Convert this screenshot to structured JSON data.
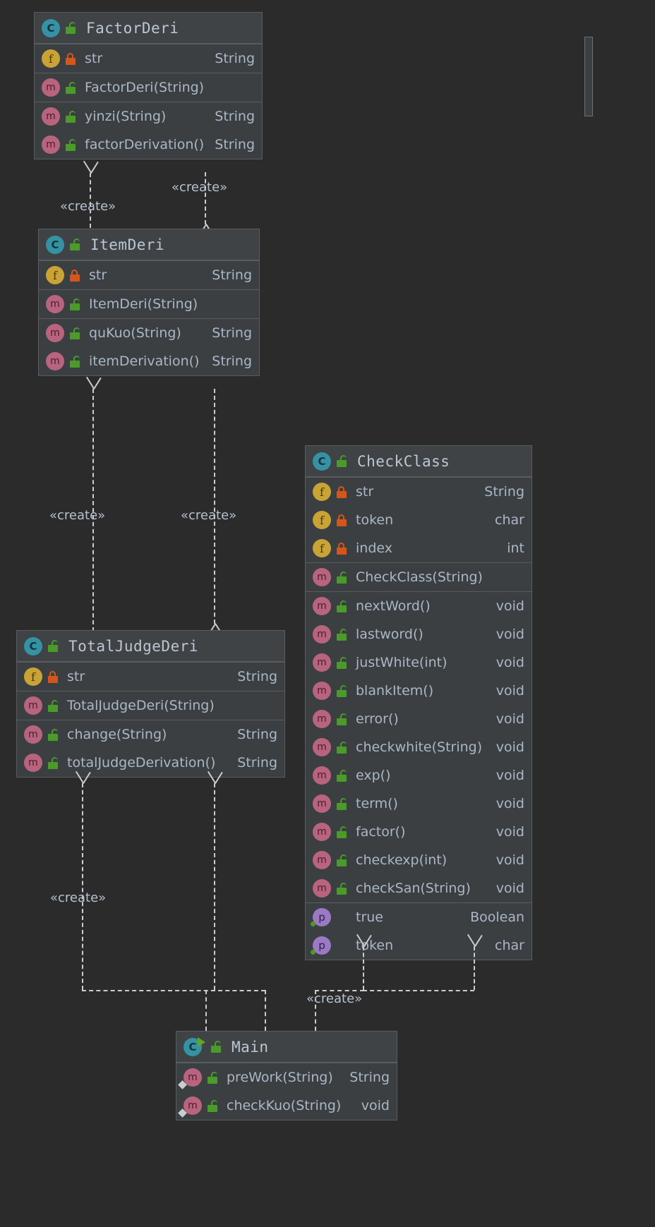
{
  "theme": {
    "canvas_bg": "#2b2b2b",
    "class_bg": "#3c3f41",
    "class_header_bg": "#3f4345",
    "border": "#5a5d5f",
    "text": "#a9b7c6",
    "class_icon": "#3592a4",
    "field_icon": "#c9a335",
    "method_icon": "#b9647f",
    "property_icon": "#9b7ac4",
    "lock_public": "#4a9b2a",
    "lock_private": "#d5561b",
    "connector": "#c8cdd0"
  },
  "diagram": {
    "kind": "uml-class-diagram",
    "stereotype_label": "«create»",
    "classes": [
      {
        "id": "FactorDeri",
        "name": "FactorDeri",
        "icon": "class-icon",
        "visibility": "public",
        "sections": [
          {
            "members": [
              {
                "kind": "field",
                "icon": "field-icon",
                "visibility": "private",
                "name": "str",
                "type": "String"
              }
            ]
          },
          {
            "members": [
              {
                "kind": "method",
                "icon": "method-icon",
                "visibility": "public",
                "name": "FactorDeri(String)",
                "type": ""
              }
            ]
          },
          {
            "members": [
              {
                "kind": "method",
                "icon": "method-icon",
                "visibility": "public",
                "name": "yinzi(String)",
                "type": "String"
              },
              {
                "kind": "method",
                "icon": "method-icon",
                "visibility": "public",
                "name": "factorDerivation()",
                "type": "String"
              }
            ]
          }
        ]
      },
      {
        "id": "ItemDeri",
        "name": "ItemDeri",
        "icon": "class-icon",
        "visibility": "public",
        "sections": [
          {
            "members": [
              {
                "kind": "field",
                "icon": "field-icon",
                "visibility": "private",
                "name": "str",
                "type": "String"
              }
            ]
          },
          {
            "members": [
              {
                "kind": "method",
                "icon": "method-icon",
                "visibility": "public",
                "name": "ItemDeri(String)",
                "type": ""
              }
            ]
          },
          {
            "members": [
              {
                "kind": "method",
                "icon": "method-icon",
                "visibility": "public",
                "name": "quKuo(String)",
                "type": "String"
              },
              {
                "kind": "method",
                "icon": "method-icon",
                "visibility": "public",
                "name": "itemDerivation()",
                "type": "String"
              }
            ]
          }
        ]
      },
      {
        "id": "TotalJudgeDeri",
        "name": "TotalJudgeDeri",
        "icon": "class-icon",
        "visibility": "public",
        "sections": [
          {
            "members": [
              {
                "kind": "field",
                "icon": "field-icon",
                "visibility": "private",
                "name": "str",
                "type": "String"
              }
            ]
          },
          {
            "members": [
              {
                "kind": "method",
                "icon": "method-icon",
                "visibility": "public",
                "name": "TotalJudgeDeri(String)",
                "type": ""
              }
            ]
          },
          {
            "members": [
              {
                "kind": "method",
                "icon": "method-icon",
                "visibility": "public",
                "name": "change(String)",
                "type": "String"
              },
              {
                "kind": "method",
                "icon": "method-icon",
                "visibility": "public",
                "name": "totalJudgeDerivation()",
                "type": "String"
              }
            ]
          }
        ]
      },
      {
        "id": "CheckClass",
        "name": "CheckClass",
        "icon": "class-icon",
        "visibility": "public",
        "sections": [
          {
            "members": [
              {
                "kind": "field",
                "icon": "field-icon",
                "visibility": "private",
                "name": "str",
                "type": "String"
              },
              {
                "kind": "field",
                "icon": "field-icon",
                "visibility": "private",
                "name": "token",
                "type": "char"
              },
              {
                "kind": "field",
                "icon": "field-icon",
                "visibility": "private",
                "name": "index",
                "type": "int"
              }
            ]
          },
          {
            "members": [
              {
                "kind": "method",
                "icon": "method-icon",
                "visibility": "public",
                "name": "CheckClass(String)",
                "type": ""
              }
            ]
          },
          {
            "members": [
              {
                "kind": "method",
                "icon": "method-icon",
                "visibility": "public",
                "name": "nextWord()",
                "type": "void"
              },
              {
                "kind": "method",
                "icon": "method-icon",
                "visibility": "public",
                "name": "lastword()",
                "type": "void"
              },
              {
                "kind": "method",
                "icon": "method-icon",
                "visibility": "public",
                "name": "justWhite(int)",
                "type": "void"
              },
              {
                "kind": "method",
                "icon": "method-icon",
                "visibility": "public",
                "name": "blankItem()",
                "type": "void"
              },
              {
                "kind": "method",
                "icon": "method-icon",
                "visibility": "public",
                "name": "error()",
                "type": "void"
              },
              {
                "kind": "method",
                "icon": "method-icon",
                "visibility": "public",
                "name": "checkwhite(String)",
                "type": "void"
              },
              {
                "kind": "method",
                "icon": "method-icon",
                "visibility": "public",
                "name": "exp()",
                "type": "void"
              },
              {
                "kind": "method",
                "icon": "method-icon",
                "visibility": "public",
                "name": "term()",
                "type": "void"
              },
              {
                "kind": "method",
                "icon": "method-icon",
                "visibility": "public",
                "name": "factor()",
                "type": "void"
              },
              {
                "kind": "method",
                "icon": "method-icon",
                "visibility": "public",
                "name": "checkexp(int)",
                "type": "void"
              },
              {
                "kind": "method",
                "icon": "method-icon",
                "visibility": "public",
                "name": "checkSan(String)",
                "type": "void"
              }
            ]
          },
          {
            "members": [
              {
                "kind": "property",
                "icon": "property-icon",
                "visibility": "none",
                "name": "true",
                "type": "Boolean"
              },
              {
                "kind": "property",
                "icon": "property-icon",
                "visibility": "none",
                "name": "token",
                "type": "char"
              }
            ]
          }
        ]
      },
      {
        "id": "Main",
        "name": "Main",
        "icon": "runnable-class-icon",
        "visibility": "public",
        "sections": [
          {
            "members": [
              {
                "kind": "method",
                "icon": "method-icon",
                "visibility": "public",
                "static": true,
                "name": "preWork(String)",
                "type": "String"
              },
              {
                "kind": "method",
                "icon": "method-icon",
                "visibility": "public",
                "static": true,
                "name": "checkKuo(String)",
                "type": "void"
              }
            ]
          }
        ]
      }
    ],
    "edges": [
      {
        "from": "ItemDeri",
        "to": "FactorDeri",
        "label": "«create»",
        "style": "dashed",
        "arrow": "open"
      },
      {
        "from": "FactorDeri",
        "to": "ItemDeri",
        "label": "«create»",
        "style": "dashed",
        "arrow": "open"
      },
      {
        "from": "TotalJudgeDeri",
        "to": "ItemDeri",
        "label": "«create»",
        "style": "dashed",
        "arrow": "open"
      },
      {
        "from": "ItemDeri",
        "to": "TotalJudgeDeri",
        "label": "«create»",
        "style": "dashed",
        "arrow": "open"
      },
      {
        "from": "Main",
        "to": "TotalJudgeDeri",
        "label": "«create»",
        "style": "dashed",
        "arrow": "open"
      },
      {
        "from": "Main",
        "to": "CheckClass",
        "label": "«create»",
        "style": "dashed",
        "arrow": "open"
      }
    ]
  }
}
